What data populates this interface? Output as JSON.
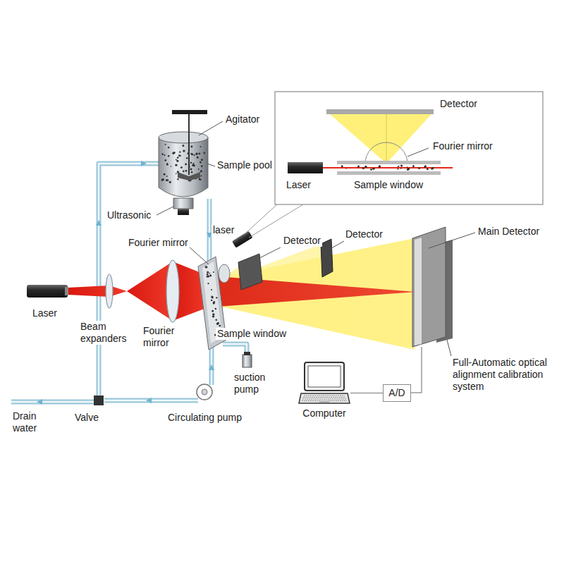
{
  "diagram": {
    "nodes": [
      {
        "text": [
          "Computer"
        ]
      },
      {
        "text": [
          "A/D"
        ]
      }
    ],
    "edges": [
      {
        "from": 1,
        "to": 0,
        "arrow": "none"
      }
    ],
    "labels": [
      "Detector",
      "Fourier mirror",
      "Laser",
      "Sample window",
      "Agitator",
      "Sample pool",
      "Ultrasonic",
      "laser",
      "Fourier mirror",
      "Detector",
      "Detector",
      "Main Detector",
      "Laser",
      "Beam expanders",
      "Fourier mirror",
      "Sample window",
      "Full-Automatic optical alignment calibration system",
      "suction pump",
      "Drain water",
      "Valve",
      "Circulating pump"
    ]
  }
}
